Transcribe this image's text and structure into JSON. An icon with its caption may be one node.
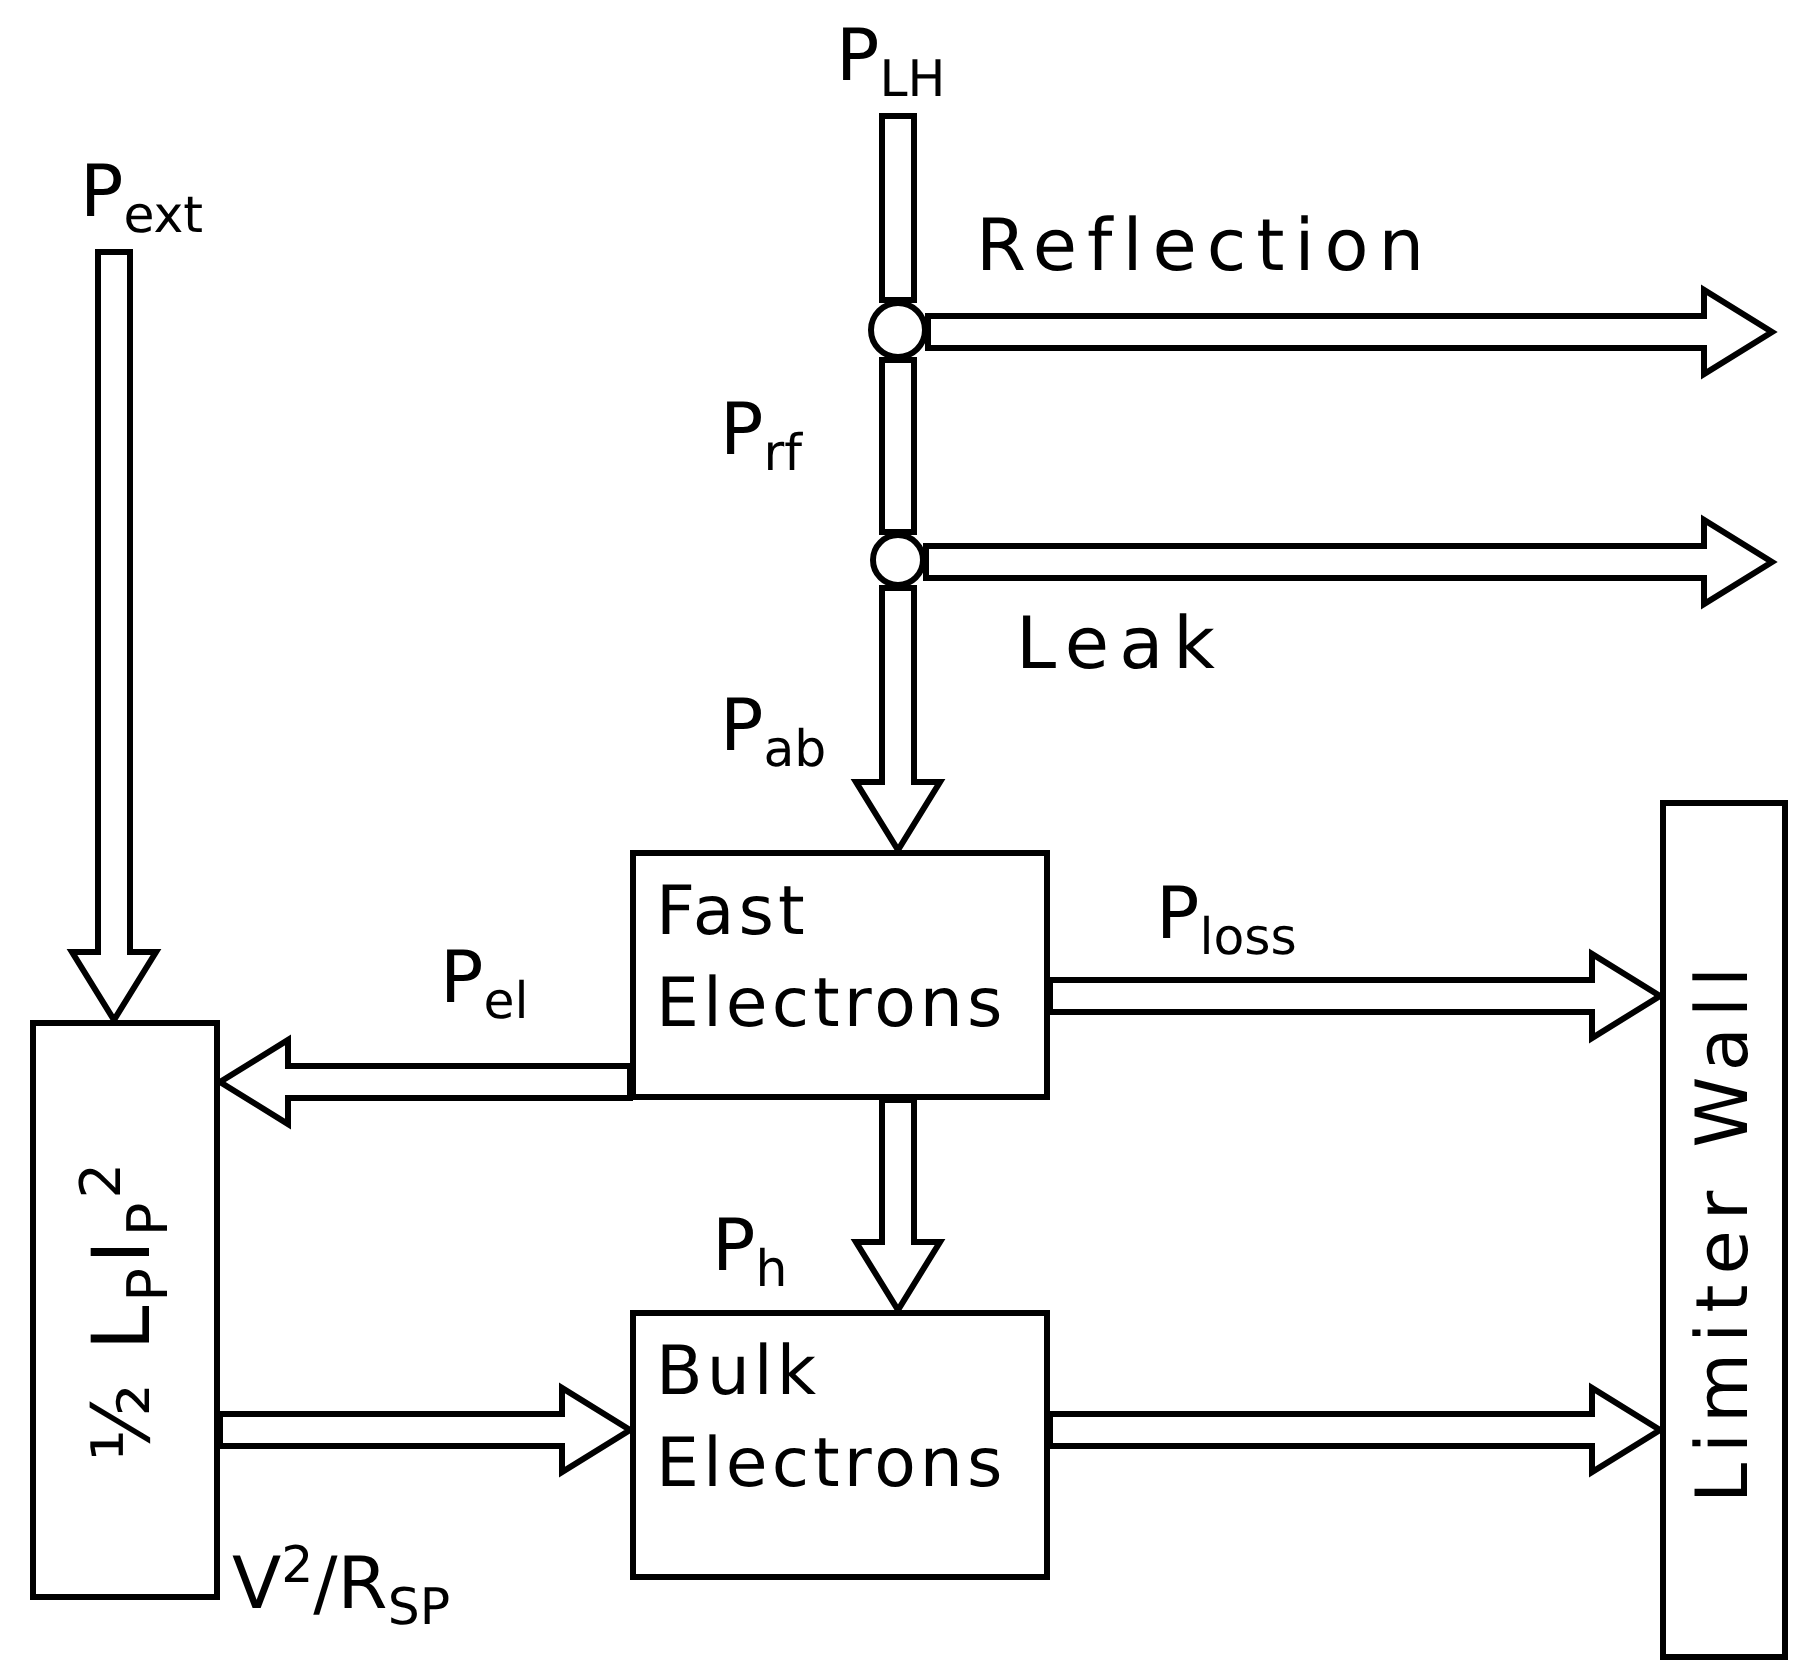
{
  "diagram": {
    "nodes": [
      {
        "text": [
          "P$_{LH}$"
        ]
      },
      {
        "text": [
          "P$_{ext}$"
        ]
      },
      {
        "text": [],
        "shape": "circle"
      },
      {
        "text": [],
        "shape": "circle"
      },
      {
        "text": [
          "Fast Electrons"
        ]
      },
      {
        "text": [
          "½ L$_{P}$I$_{P}$$^{2}$"
        ]
      },
      {
        "text": [
          "Bulk Electrons"
        ]
      },
      {
        "text": [
          "Limiter Wall"
        ]
      }
    ],
    "edges": [
      {
        "from": 0,
        "to": 2,
        "arrow": "none"
      },
      {
        "from": 2,
        "to": null,
        "arrow": "to",
        "label": "Reflection"
      },
      {
        "from": 2,
        "to": 3,
        "arrow": "none",
        "label": "P$_{rf}$"
      },
      {
        "from": 3,
        "to": null,
        "arrow": "to",
        "label": "Leak"
      },
      {
        "from": 3,
        "to": 4,
        "arrow": "to",
        "label": "P$_{ab}$"
      },
      {
        "from": 1,
        "to": 5,
        "arrow": "to"
      },
      {
        "from": 4,
        "to": 5,
        "arrow": "to",
        "label": "P$_{el}$"
      },
      {
        "from": 4,
        "to": 7,
        "arrow": "to",
        "label": "P$_{loss}$"
      },
      {
        "from": 4,
        "to": 6,
        "arrow": "to",
        "label": "P$_{h}$"
      },
      {
        "from": 5,
        "to": 6,
        "arrow": "to",
        "label": "V$^{2}$/R$_{SP}$"
      },
      {
        "from": 6,
        "to": 7,
        "arrow": "to"
      }
    ]
  }
}
